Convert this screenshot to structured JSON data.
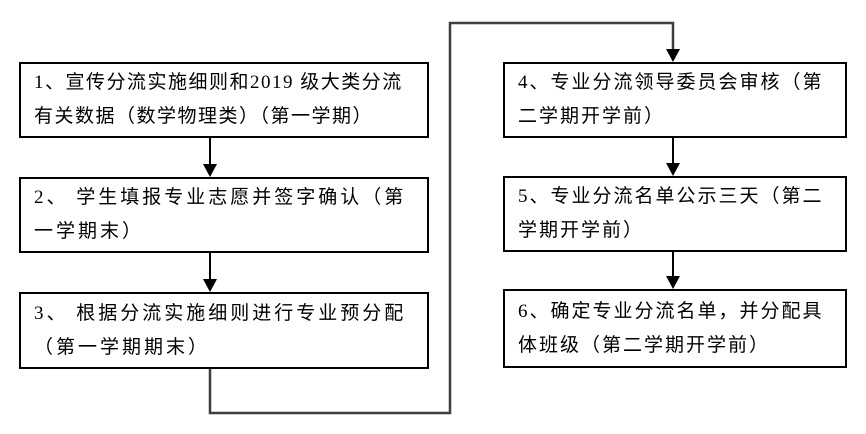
{
  "diagram": {
    "type": "flowchart",
    "columns": 2,
    "nodes": [
      {
        "id": "step-1",
        "label": "1、宣传分流实施细则和2019 级大类分流有关数据（数学物理类）（第一学期）"
      },
      {
        "id": "step-2",
        "label": "2、 学生填报专业志愿并签字确认（第一学期末）"
      },
      {
        "id": "step-3",
        "label": "3、 根据分流实施细则进行专业预分配（第一学期期末）"
      },
      {
        "id": "step-4",
        "label": "4、专业分流领导委员会审核（第二学期开学前）"
      },
      {
        "id": "step-5",
        "label": "5、专业分流名单公示三天（第二学期开学前）"
      },
      {
        "id": "step-6",
        "label": "6、确定专业分流名单，并分配具体班级（第二学期开学前）"
      }
    ],
    "edges": [
      "step-1 -> step-2",
      "step-2 -> step-3",
      "step-3 -> step-4",
      "step-4 -> step-5",
      "step-5 -> step-6"
    ],
    "colors": {
      "box_border": "#000000",
      "box_fill": "#ffffff",
      "connector": "#3f3f3f",
      "arrowhead": "#000000",
      "background": "#ffffff",
      "text": "#000000"
    }
  }
}
